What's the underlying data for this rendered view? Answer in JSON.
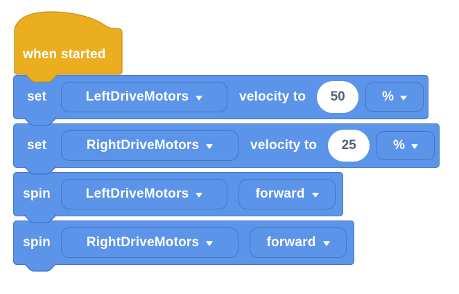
{
  "palette": {
    "block_blue": "#5B94E8",
    "block_blue_border": "#4377C4",
    "hat_yellow": "#EAAE20",
    "hat_yellow_border": "#C8901B",
    "field_text": "#575E75",
    "text_white": "#FFFFFF",
    "workspace_bg": "#FFFFFF"
  },
  "icons": {
    "dropdown_arrow": "triangle-down",
    "connector_tab": "notch-tab"
  },
  "hat": {
    "label": "when started"
  },
  "blocks": [
    {
      "kind": "set-velocity",
      "opcode_label": "set",
      "motor": "LeftDriveMotors",
      "mid_label": "velocity to",
      "value": "50",
      "unit": "%"
    },
    {
      "kind": "set-velocity",
      "opcode_label": "set",
      "motor": "RightDriveMotors",
      "mid_label": "velocity to",
      "value": "25",
      "unit": "%"
    },
    {
      "kind": "spin",
      "opcode_label": "spin",
      "motor": "LeftDriveMotors",
      "direction": "forward"
    },
    {
      "kind": "spin",
      "opcode_label": "spin",
      "motor": "RightDriveMotors",
      "direction": "forward"
    }
  ]
}
